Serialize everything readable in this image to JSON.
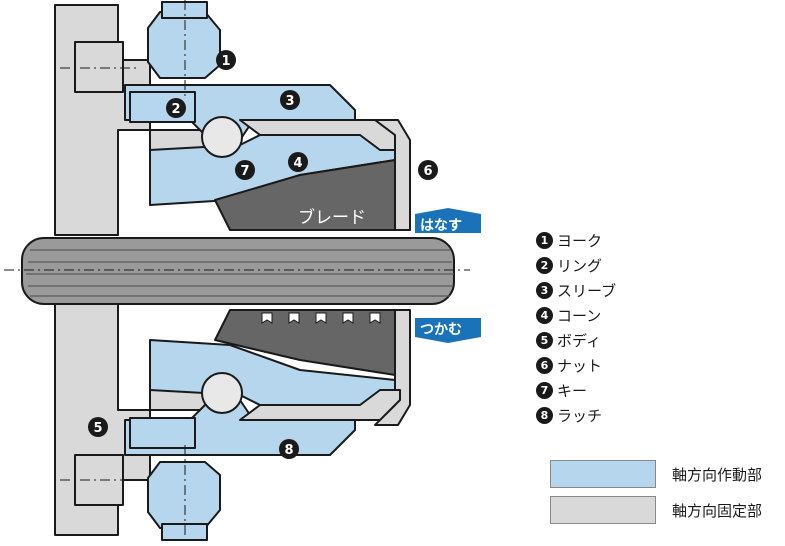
{
  "colors": {
    "moving": "#b5d6ec",
    "fixed": "#d9d9d9",
    "dark": "#666666",
    "accent": "#1a73b8",
    "outline": "#1a1a1a"
  },
  "diagram": {
    "blade_label": "ブレード",
    "release_label": "はなす",
    "grip_label": "つかむ",
    "callouts": [
      {
        "num": "1"
      },
      {
        "num": "2"
      },
      {
        "num": "3"
      },
      {
        "num": "4"
      },
      {
        "num": "5"
      },
      {
        "num": "6"
      },
      {
        "num": "7"
      },
      {
        "num": "8"
      }
    ]
  },
  "parts": [
    {
      "num": "1",
      "label": "ヨーク"
    },
    {
      "num": "2",
      "label": "リング"
    },
    {
      "num": "3",
      "label": "スリーブ"
    },
    {
      "num": "4",
      "label": "コーン"
    },
    {
      "num": "5",
      "label": "ボディ"
    },
    {
      "num": "6",
      "label": "ナット"
    },
    {
      "num": "7",
      "label": "キー"
    },
    {
      "num": "8",
      "label": "ラッチ"
    }
  ],
  "legend": {
    "moving_label": "軸方向作動部",
    "fixed_label": "軸方向固定部"
  }
}
